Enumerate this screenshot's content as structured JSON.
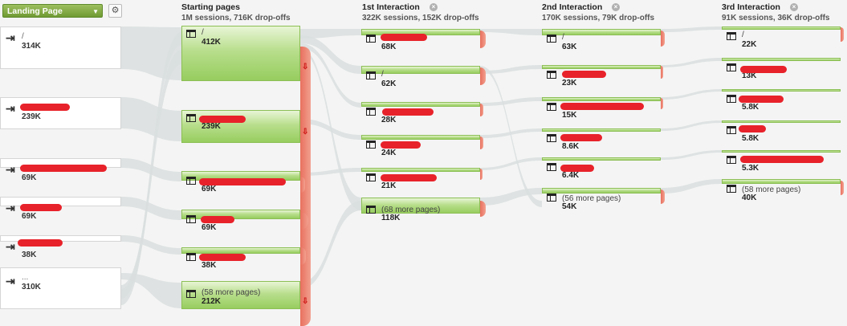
{
  "toolbar": {
    "dimension_label": "Landing Page",
    "caret_icon": "caret-down-icon",
    "settings_icon": "gear-icon"
  },
  "columns": [
    {
      "title": "Starting pages",
      "subtitle": "1M sessions, 716K drop-offs"
    },
    {
      "title": "1st Interaction",
      "subtitle": "322K sessions, 152K drop-offs"
    },
    {
      "title": "2nd Interaction",
      "subtitle": "170K sessions, 79K drop-offs"
    },
    {
      "title": "3rd Interaction",
      "subtitle": "91K sessions, 36K drop-offs"
    }
  ],
  "sources": [
    {
      "label": "/",
      "count": "314K"
    },
    {
      "label": "",
      "count": "239K"
    },
    {
      "label": "",
      "count": "69K"
    },
    {
      "label": "",
      "count": "69K"
    },
    {
      "label": "",
      "count": "38K"
    },
    {
      "label": "...",
      "count": "310K"
    }
  ],
  "starting_pages": [
    {
      "label": "/",
      "count": "412K"
    },
    {
      "label": "",
      "count": "239K"
    },
    {
      "label": "",
      "count": "69K"
    },
    {
      "label": "",
      "count": "69K"
    },
    {
      "label": "",
      "count": "38K"
    },
    {
      "label": "(58 more pages)",
      "count": "212K"
    }
  ],
  "interaction1": [
    {
      "label": "",
      "count": "68K"
    },
    {
      "label": "/",
      "count": "62K"
    },
    {
      "label": "",
      "count": "28K"
    },
    {
      "label": "",
      "count": "24K"
    },
    {
      "label": "",
      "count": "21K"
    },
    {
      "label": "(68 more pages)",
      "count": "118K"
    }
  ],
  "interaction2": [
    {
      "label": "/",
      "count": "63K"
    },
    {
      "label": "",
      "count": "23K"
    },
    {
      "label": "",
      "count": "15K"
    },
    {
      "label": "",
      "count": "8.6K"
    },
    {
      "label": "",
      "count": "6.4K"
    },
    {
      "label": "(56 more pages)",
      "count": "54K"
    }
  ],
  "interaction3": [
    {
      "label": "/",
      "count": "22K"
    },
    {
      "label": "",
      "count": "13K"
    },
    {
      "label": "",
      "count": "5.8K"
    },
    {
      "label": "",
      "count": "5.8K"
    },
    {
      "label": "",
      "count": "5.3K"
    },
    {
      "label": "(58 more pages)",
      "count": "40K"
    }
  ],
  "colors": {
    "node_green": "#97cd5f",
    "drop_red": "#e8705e",
    "flow_gray": "#d9dede",
    "redaction": "#e8222a"
  }
}
